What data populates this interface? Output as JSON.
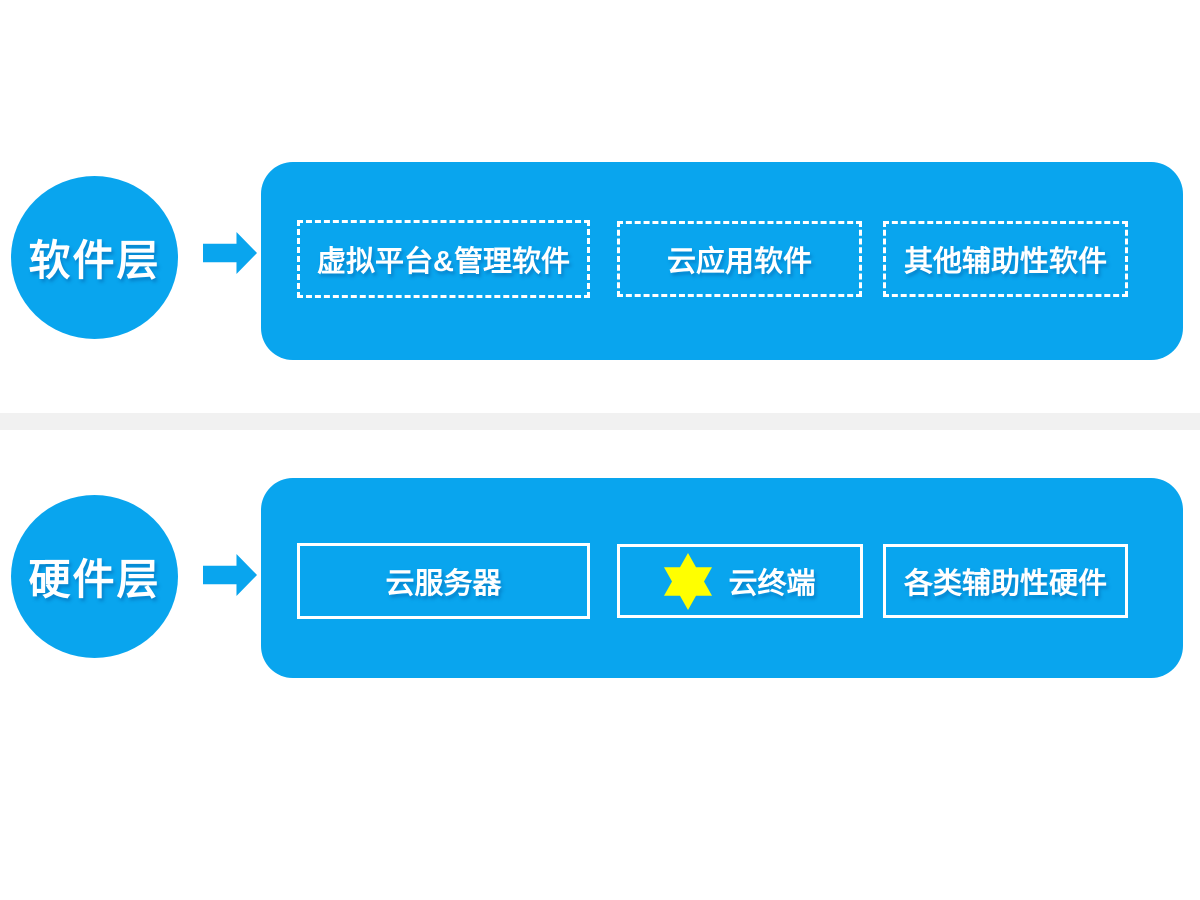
{
  "diagram": {
    "title": "cloud-architecture-layers",
    "colors": {
      "primary_blue": "#09A5EE",
      "star_yellow": "#FFFF00",
      "divider_gray": "#F1F1F1",
      "text_white": "#FFFFFF"
    },
    "layers": [
      {
        "id": "software",
        "label": "软件层",
        "box_style": "dashed",
        "items": [
          {
            "label": "虚拟平台&管理软件"
          },
          {
            "label": "云应用软件"
          },
          {
            "label": "其他辅助性软件"
          }
        ]
      },
      {
        "id": "hardware",
        "label": "硬件层",
        "box_style": "solid",
        "items": [
          {
            "label": "云服务器"
          },
          {
            "label": "云终端",
            "icon": "six-pointed-star"
          },
          {
            "label": "各类辅助性硬件"
          }
        ]
      }
    ]
  }
}
